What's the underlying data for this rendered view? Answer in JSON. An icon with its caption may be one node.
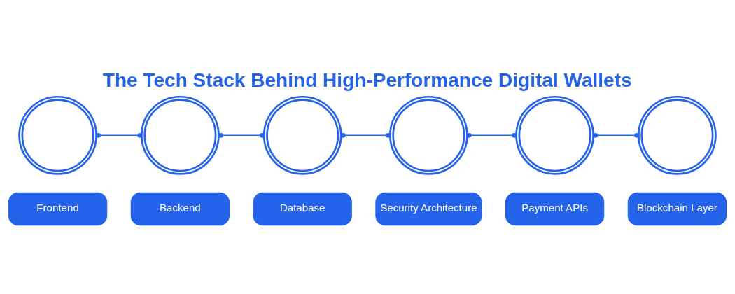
{
  "diagram": {
    "title": "The Tech Stack Behind High-Performance Digital Wallets",
    "nodes": [
      {
        "text": [],
        "shape": "circle"
      },
      {
        "text": [],
        "shape": "circle"
      },
      {
        "text": [],
        "shape": "circle"
      },
      {
        "text": [],
        "shape": "circle"
      },
      {
        "text": [],
        "shape": "circle"
      },
      {
        "text": [],
        "shape": "circle"
      },
      {
        "text": [
          "Frontend"
        ]
      },
      {
        "text": [
          "Backend"
        ]
      },
      {
        "text": [
          "Database"
        ]
      },
      {
        "text": [
          "Security Architecture"
        ]
      },
      {
        "text": [
          "Payment APIs"
        ]
      },
      {
        "text": [
          "Blockchain Layer"
        ]
      }
    ],
    "edges": [
      {
        "from": 0,
        "to": 1,
        "arrow": "other"
      },
      {
        "from": 1,
        "to": 2,
        "arrow": "other"
      },
      {
        "from": 2,
        "to": 3,
        "arrow": "other"
      },
      {
        "from": 3,
        "to": 4,
        "arrow": "other"
      },
      {
        "from": 4,
        "to": 5,
        "arrow": "other"
      }
    ]
  }
}
